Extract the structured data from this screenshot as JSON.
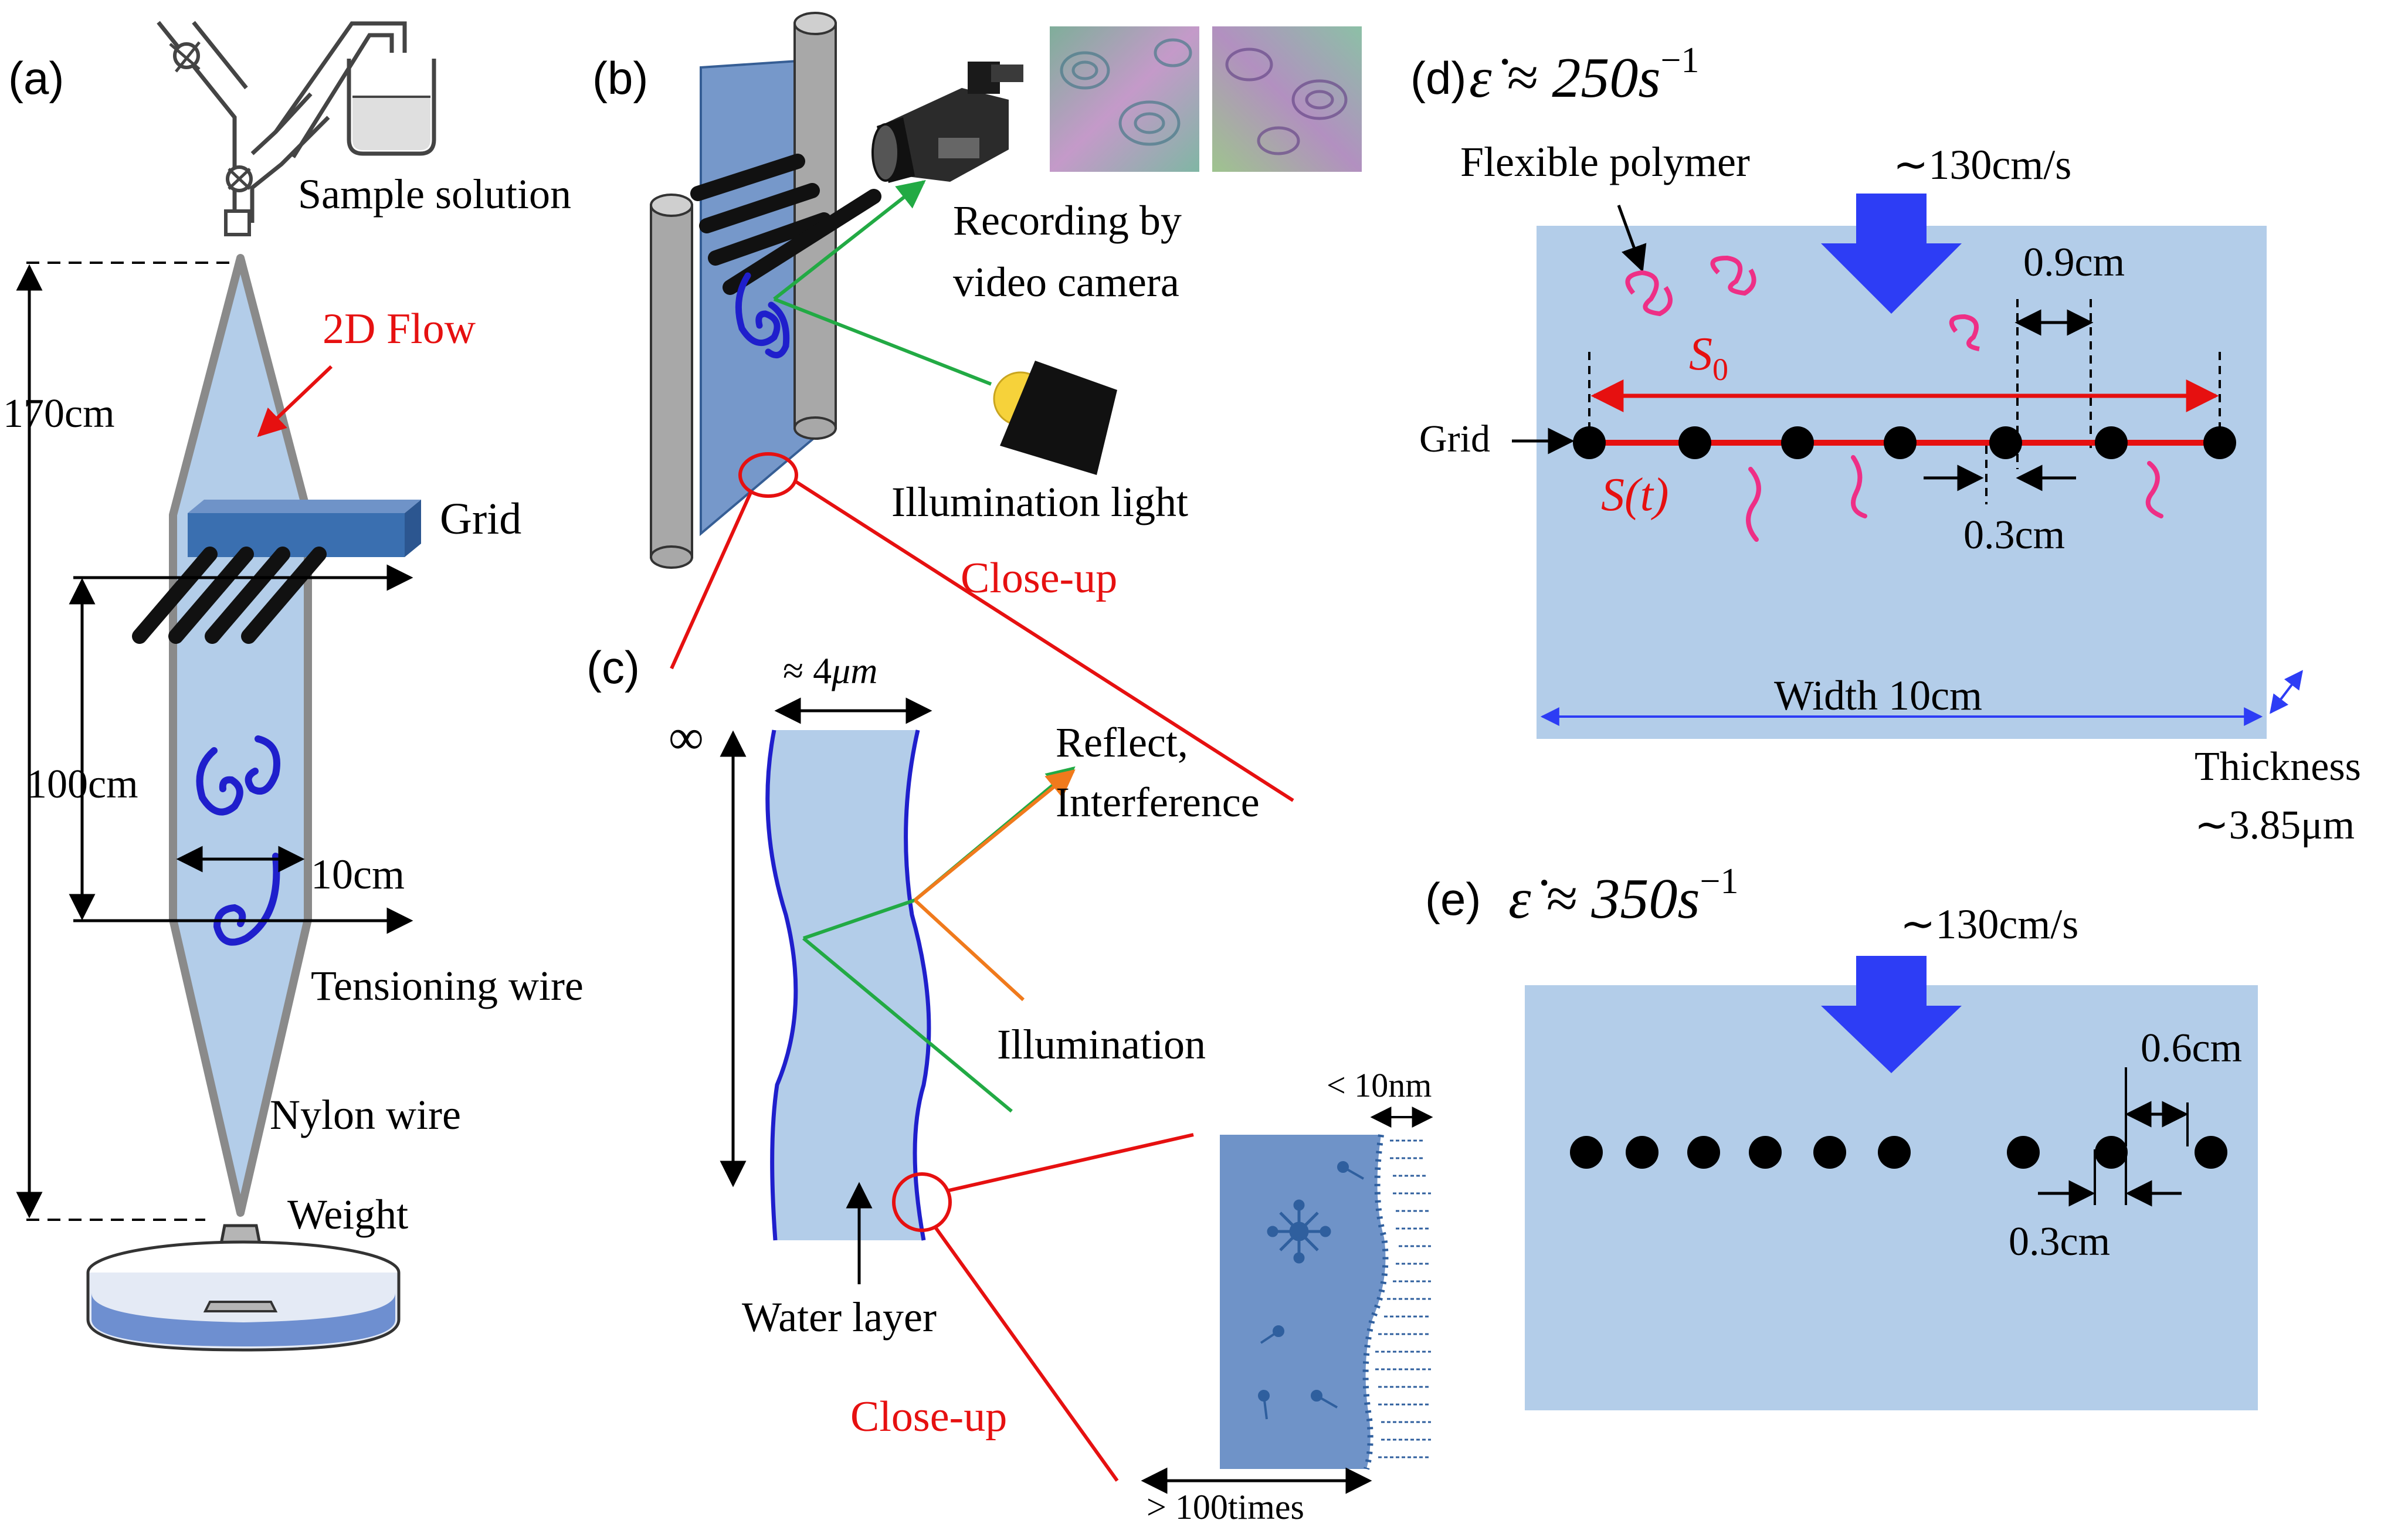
{
  "colors": {
    "film": "#b3cde9",
    "panel": "#b3cde9",
    "grid_bar": "#2f5f9e",
    "arrow_blue": "#2d3df5",
    "red": "#e61010",
    "green": "#22aa44",
    "orange": "#f07a1c",
    "pink": "#ee2f86",
    "frame_gray": "#8a8a8a",
    "vortex": "#1f1fcc"
  },
  "panel_a": {
    "label": "(a)",
    "sample_solution": "Sample solution",
    "flow_2d": "2D Flow",
    "height_total": "170cm",
    "grid": "Grid",
    "height_100": "100cm",
    "width_10": "10cm",
    "tensioning_wire": "Tensioning wire",
    "nylon_wire": "Nylon wire",
    "weight": "Weight"
  },
  "panel_b": {
    "label": "(b)",
    "recording_line1": "Recording by",
    "recording_line2": "video camera",
    "illumination_light": "Illumination light",
    "close_up": "Close-up"
  },
  "panel_c": {
    "label": "(c)",
    "thickness_symbol": "≈ 4",
    "thickness_unit": "μm",
    "infinity": "∞",
    "reflect_line1": "Reflect,",
    "reflect_line2": "Interference",
    "illumination": "Illumination",
    "water_layer": "Water layer",
    "close_up": "Close-up",
    "lt_10nm": "< 10nm",
    "gt_100times": "> 100times"
  },
  "panel_d": {
    "label": "(d)",
    "rate_symbol": "ε̇ ≈ 250s",
    "rate_exp": "−1",
    "flexible_polymer": "Flexible polymer",
    "velocity": "∼130cm/s",
    "spacing": "0.9cm",
    "s0": "S",
    "s0_sub": "0",
    "grid": "Grid",
    "st": "S(t)",
    "gap": "0.3cm",
    "width": "Width 10cm",
    "thickness_line1": "Thickness",
    "thickness_line2": "∼3.85μm"
  },
  "panel_e": {
    "label": "(e)",
    "rate_symbol": "ε̇ ≈ 350s",
    "rate_exp": "−1",
    "velocity": "∼130cm/s",
    "spacing": "0.6cm",
    "gap": "0.3cm"
  }
}
